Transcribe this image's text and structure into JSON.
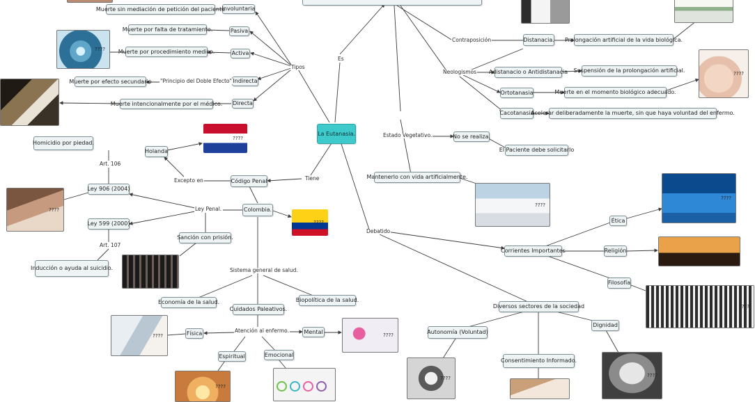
{
  "root": "La Eutanasia.",
  "nodes": {
    "involuntaria": "Involuntaria",
    "pasiva": "Pasiva",
    "activa": "Activa",
    "indirecta": "Indirecta",
    "directa": "Directa",
    "inv_desc": "Muerte sin mediación de petición del paciente",
    "pasiva_desc": "Muerte por falta de tratamiento.",
    "activa_desc": "Muerte por procedimiento medico.",
    "ind_desc": "Muerte por efecto secundario",
    "dir_desc": "Muerte intencionalmente por el médico.",
    "distanacia": "Distanacia.",
    "dist_desc": "Prolongación artificial de la vida biológica.",
    "adistanacio": "Adistanacio o Antidistanacia",
    "adist_desc": "Suspensión de la prolongación artificial.",
    "ortotanasia": "Ortotanasia",
    "orto_desc": "Muerte en el momento biológico adecuado.",
    "cacotanasia": "Cacotanasia",
    "caco_desc": "Acelerar deliberadamente la muerte, sin que haya voluntad del enfermo.",
    "no_realiza": "No se realiza.",
    "paciente_solicita": "El Paciente debe solicitarlo",
    "mantenerlo": "Mantenerlo con vida artificialmente.",
    "homicidio": "Homicidio por piedad.",
    "holanda": "Holanda",
    "codigo_penal": "Código Penal",
    "ley906": "Ley 906 (2004)",
    "ley599": "Ley 599 (2000)",
    "colombia": "Colombia.",
    "sancion": "Sanción con prisión.",
    "induccion": "Inducción o ayuda al suicidio.",
    "economia": "Economía de la salud.",
    "biopolitica": "Biopolítica de la salud.",
    "cuidados": "Cuidados Paleativos.",
    "fisica": "Física",
    "mental": "Mental",
    "espiritual": "Espiritual",
    "emocional": "Emocional",
    "corrientes": "Corrientes Importantes",
    "etica": "Ética",
    "religion": "Religión",
    "filosofia": "Filosofía",
    "diversos": "Diversos sectores de la sociedad",
    "autonomia": "Autonomía (Voluntad)",
    "consentimiento": "Consentimiento Informado.",
    "dignidad": "Dignidad"
  },
  "labels": {
    "tipos": "Tipos",
    "es": "Es",
    "contraposicion": "Contraposición",
    "neologismos": "Neologismos",
    "estado_vegetativo": "Estado Vegetativo.",
    "tiene": "Tiene",
    "excepto_en": "Excepto en",
    "art106": "Art. 106",
    "art107": "Art. 107",
    "ley_penal": "Ley Penal.",
    "sistema_salud": "Sistema general de salud.",
    "atencion": "Atención al enfermo.",
    "debatido": "Debatido",
    "doble_efecto": "\"Principio del Doble Efecto\""
  },
  "image_placeholder": "????",
  "colors": {
    "root": "#3ec9cb",
    "node_bg": "#eef3f4",
    "node_border": "#7c8f96",
    "line": "#3a3a3a"
  }
}
